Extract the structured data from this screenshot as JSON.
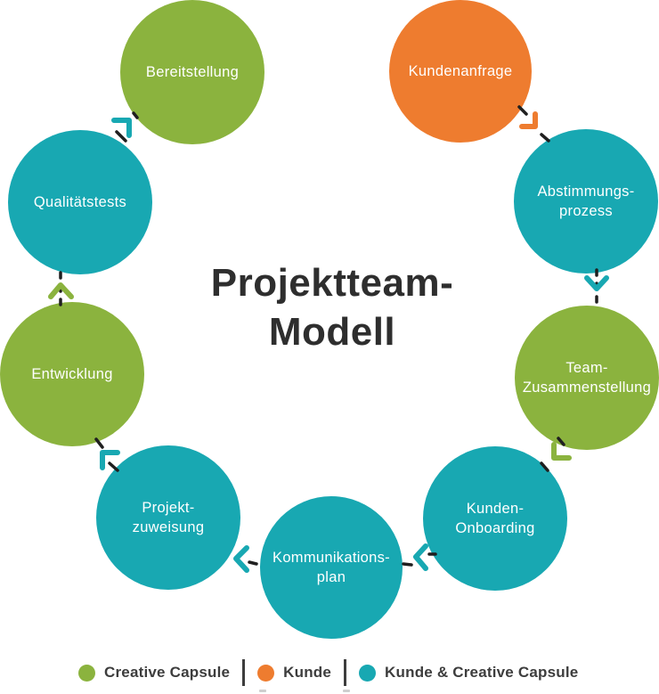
{
  "palette": {
    "green": "#8BB33E",
    "orange": "#EE7C2F",
    "teal": "#18A8B2",
    "title_color": "#2E2E2E",
    "dash_color": "#1F1F1F",
    "legend_text_color": "#3D3D3D"
  },
  "title": {
    "text": "Projektteam-\nModell"
  },
  "steps": [
    {
      "id": "kundenanfrage",
      "label": "Kundenanfrage",
      "color": "orange"
    },
    {
      "id": "abstimmungsprozess",
      "label": "Abstimmungs-\nprozess",
      "color": "teal"
    },
    {
      "id": "team-zusammenstellung",
      "label": "Team-\nZusammenstellung",
      "color": "green"
    },
    {
      "id": "kunden-onboarding",
      "label": "Kunden-\nOnboarding",
      "color": "teal"
    },
    {
      "id": "kommunikationsplan",
      "label": "Kommunikations-\nplan",
      "color": "teal"
    },
    {
      "id": "projekt-zuweisung",
      "label": "Projekt-\nzuweisung",
      "color": "teal"
    },
    {
      "id": "entwicklung",
      "label": "Entwicklung",
      "color": "green"
    },
    {
      "id": "qualitaetstests",
      "label": "Qualitätstests",
      "color": "teal"
    },
    {
      "id": "bereitstellung",
      "label": "Bereitstellung",
      "color": "green"
    }
  ],
  "connectors": [
    {
      "from": "kundenanfrage",
      "to": "abstimmungsprozess",
      "color": "orange"
    },
    {
      "from": "abstimmungsprozess",
      "to": "team-zusammenstellung",
      "color": "teal"
    },
    {
      "from": "team-zusammenstellung",
      "to": "kunden-onboarding",
      "color": "green"
    },
    {
      "from": "kunden-onboarding",
      "to": "kommunikationsplan",
      "color": "teal"
    },
    {
      "from": "kommunikationsplan",
      "to": "projekt-zuweisung",
      "color": "teal"
    },
    {
      "from": "projekt-zuweisung",
      "to": "entwicklung",
      "color": "teal"
    },
    {
      "from": "entwicklung",
      "to": "qualitaetstests",
      "color": "green"
    },
    {
      "from": "qualitaetstests",
      "to": "bereitstellung",
      "color": "teal"
    }
  ],
  "legend": {
    "items": [
      {
        "label": "Creative Capsule",
        "color": "green"
      },
      {
        "label": "Kunde",
        "color": "orange"
      },
      {
        "label": "Kunde & Creative Capsule",
        "color": "teal"
      }
    ]
  }
}
